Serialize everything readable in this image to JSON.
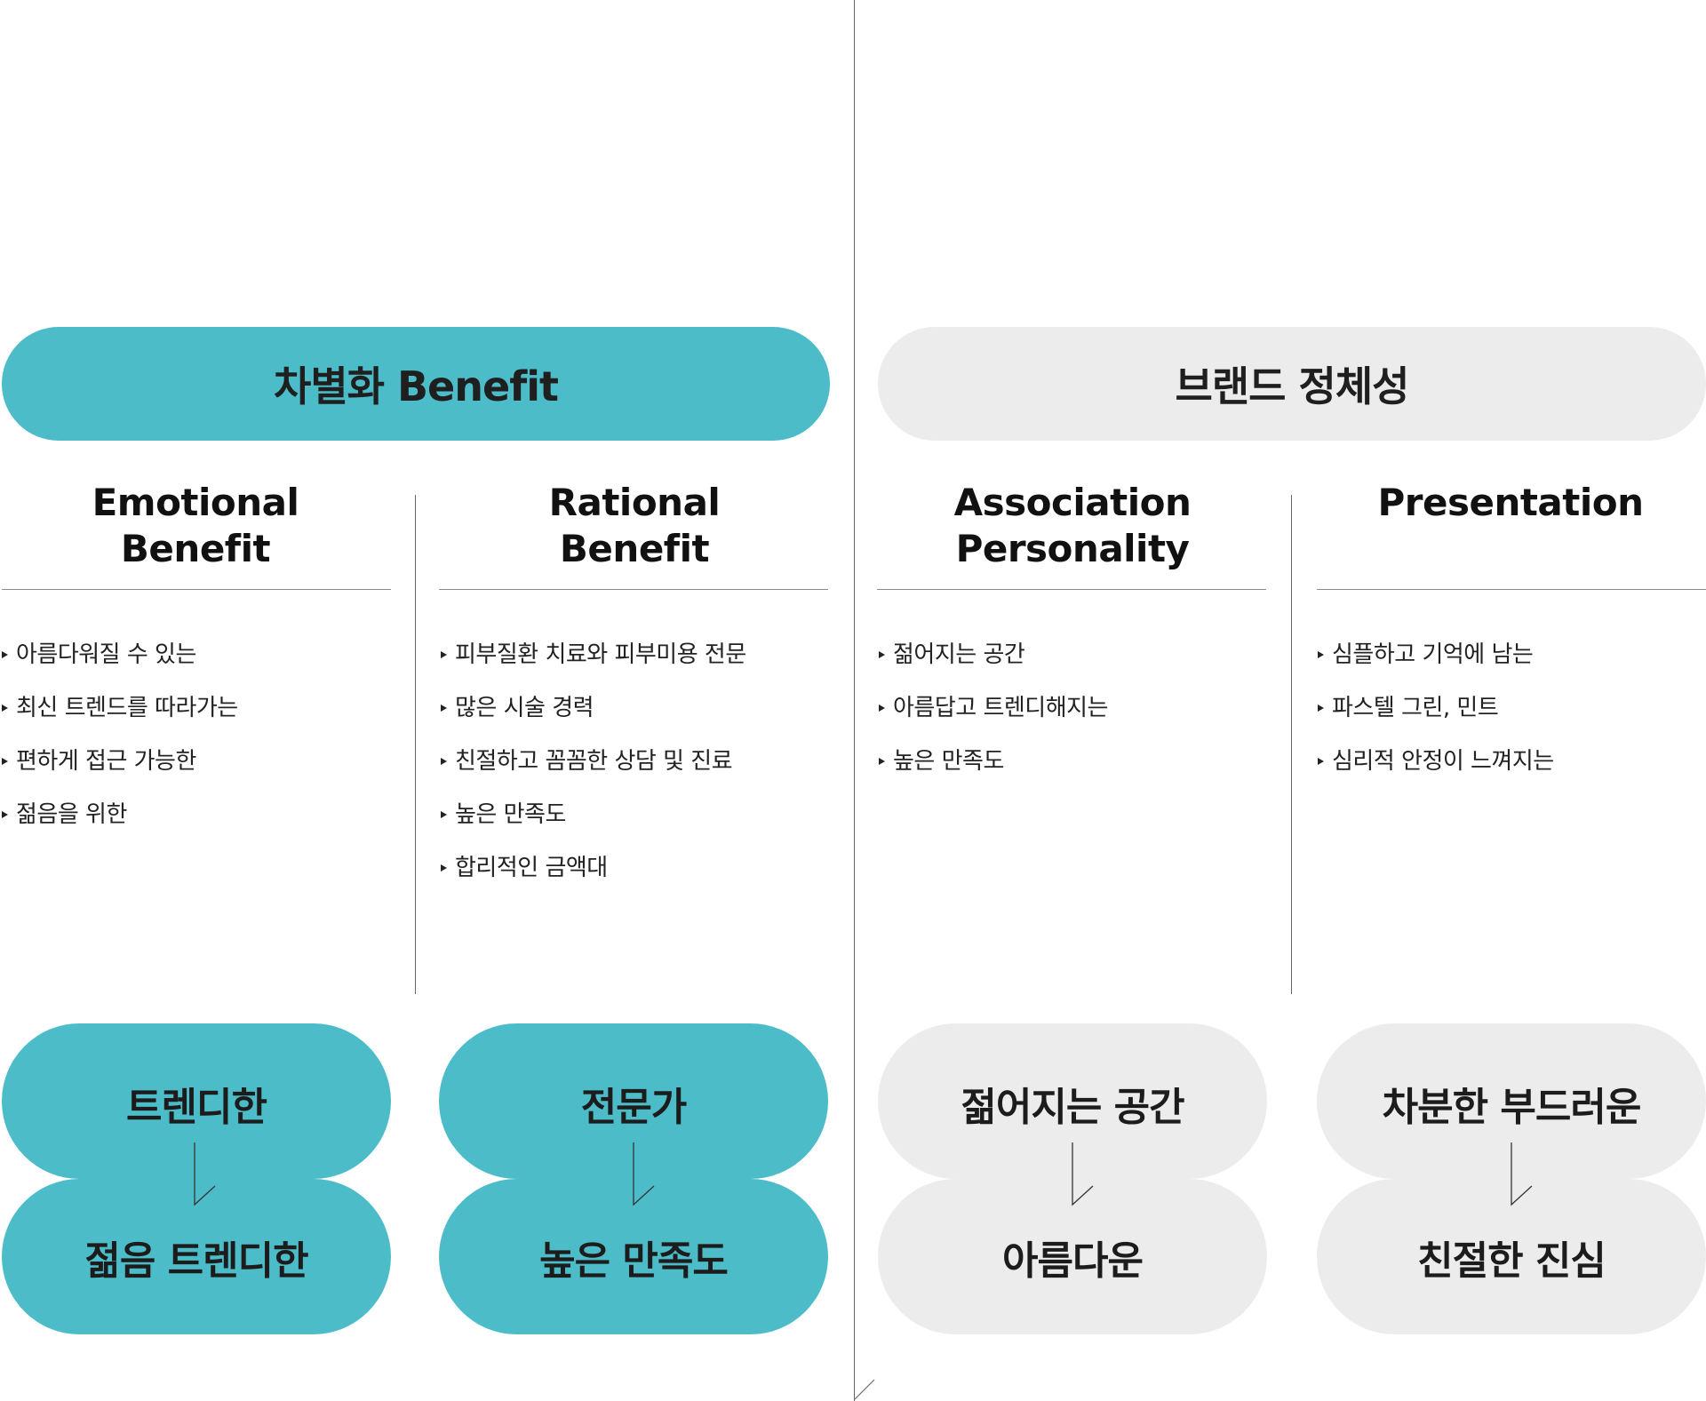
{
  "header_pills": [
    {
      "label": "차별화 Benefit",
      "color": "#4cbdc8"
    },
    {
      "label": "브랜드 정체성",
      "color": "#ececec"
    }
  ],
  "columns": [
    {
      "heading_line1": "Emotional",
      "heading_line2": "Benefit",
      "bullets": [
        "아름다워질 수 있는",
        "최신 트렌드를 따라가는",
        "편하게 접근 가능한",
        "젊음을 위한"
      ],
      "result_top": "트렌디한",
      "result_bottom": "젊음 트렌디한",
      "color": "#4cbdc8"
    },
    {
      "heading_line1": "Rational",
      "heading_line2": "Benefit",
      "bullets": [
        "피부질환 치료와 피부미용 전문",
        "많은 시술 경력",
        "친절하고 꼼꼼한 상담 및 진료",
        "높은 만족도",
        "합리적인 금액대"
      ],
      "result_top": "전문가",
      "result_bottom": "높은 만족도",
      "color": "#4cbdc8"
    },
    {
      "heading_line1": "Association",
      "heading_line2": "Personality",
      "bullets": [
        "젊어지는 공간",
        "아름답고 트렌디해지는",
        "높은 만족도"
      ],
      "result_top": "젊어지는 공간",
      "result_bottom": "아름다운",
      "color": "#ececec"
    },
    {
      "heading_line1": "Presentation",
      "heading_line2": "",
      "bullets": [
        "심플하고 기억에 남는",
        "파스텔 그린, 민트",
        "심리적 안정이 느껴지는"
      ],
      "result_top": "차분한 부드러운",
      "result_bottom": "친절한 진심",
      "color": "#ececec"
    }
  ]
}
